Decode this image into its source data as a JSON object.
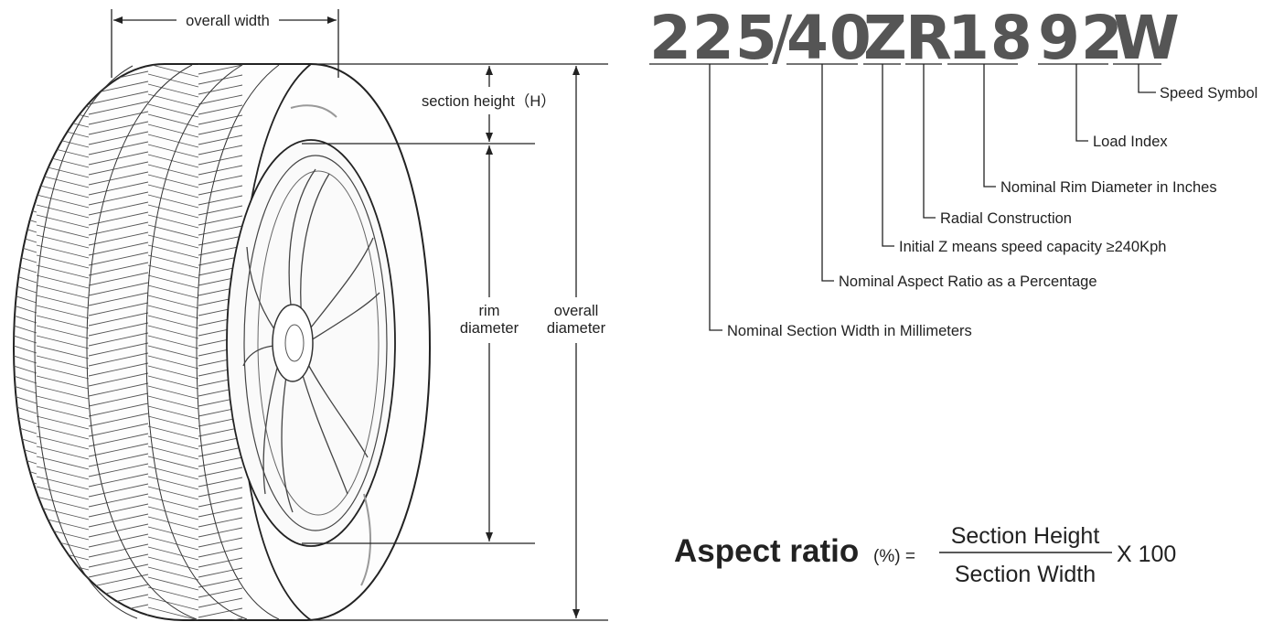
{
  "tire_dimensions": {
    "overall_width": "overall width",
    "section_height": "section height（H）",
    "rim_diameter_line1": "rim",
    "rim_diameter_line2": "diameter",
    "overall_diameter_line1": "overall",
    "overall_diameter_line2": "diameter"
  },
  "tire_code": {
    "section_width": "225",
    "separator": "/",
    "aspect_ratio": "40",
    "speed_prefix": "Z",
    "construction": "R",
    "rim_diameter": "18",
    "load_index": "92",
    "speed_symbol": "W"
  },
  "callouts": [
    "Speed Symbol",
    "Load Index",
    "Nominal Rim Diameter in Inches",
    "Radial Construction",
    "Initial Z means speed capacity ≥240Kph",
    "Nominal Aspect Ratio as a Percentage",
    "Nominal Section Width in Millimeters"
  ],
  "formula": {
    "title": "Aspect ratio",
    "unit": "(%) =",
    "numerator": "Section Height",
    "denominator": "Section Width",
    "multiplier": "X 100"
  },
  "colors": {
    "code_gray": "#555555",
    "line": "#222222"
  }
}
